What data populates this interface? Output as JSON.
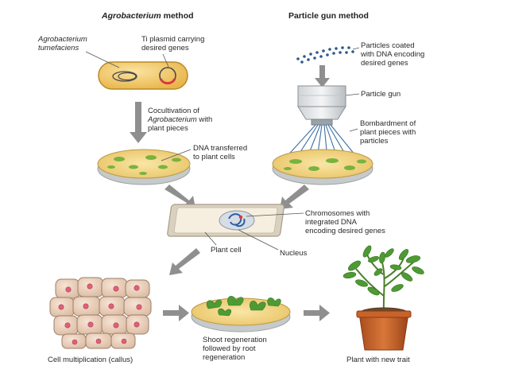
{
  "headers": {
    "agro_italic": "Agrobacterium",
    "agro_rest": " method",
    "gun": "Particle gun method"
  },
  "labels": {
    "agro_species": [
      "Agrobacterium",
      "tumefaciens"
    ],
    "ti_plasmid": [
      "Ti plasmid carrying",
      "desired genes"
    ],
    "cocultivation": [
      "Cocultivation of",
      "Agrobacterium",
      "with",
      "plant pieces"
    ],
    "particles": [
      "Particles coated",
      "with DNA encoding",
      "desired genes"
    ],
    "particle_gun": "Particle gun",
    "bombardment": [
      "Bombardment of",
      "plant pieces with",
      "particles"
    ],
    "dna_transferred": [
      "DNA transferred",
      "to plant cells"
    ],
    "chromosomes": [
      "Chromosomes with",
      "integrated DNA",
      "encoding desired genes"
    ],
    "plant_cell": "Plant cell",
    "nucleus": "Nucleus",
    "callus": "Cell multiplication (callus)",
    "shoot": [
      "Shoot regeneration",
      "followed by root",
      "regeneration"
    ],
    "plant": "Plant with new trait"
  },
  "colors": {
    "arrow": "#8f8f8f",
    "bacterium_fill": "#f2c96a",
    "bacterium_edge": "#b88a28",
    "plasmid": "#d83a3a",
    "dish_rim": "#c7cacb",
    "dish_medium": "#f3d98a",
    "green_tissue": "#79b33e",
    "particle_blue": "#2c5a8c",
    "cell_wall": "#d9d0c0",
    "cell_fill": "#f6efe0",
    "nucleus_fill": "#d7dde4",
    "chromosome": "#2a5ea8",
    "callus_cell": "#e9d2be",
    "callus_nucleus": "#e0607a",
    "pot": "#c8632a",
    "soil": "#6b4a2c",
    "leaf": "#4e9a34"
  }
}
